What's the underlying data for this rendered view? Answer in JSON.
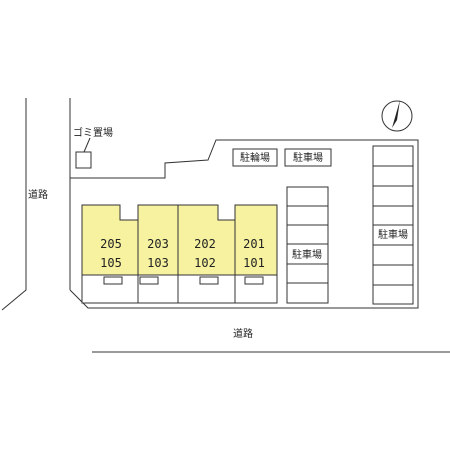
{
  "labels": {
    "garbage": "ゴミ置場",
    "road_west": "道路",
    "road_south": "道路",
    "bicycle_parking": "駐輪場",
    "parking_top": "駐車場",
    "parking_middle": "駐車場",
    "parking_east": "駐車場"
  },
  "compass": {
    "direction": "north",
    "icon": "north-arrow-icon"
  },
  "units": [
    {
      "upper": "205",
      "lower": "105"
    },
    {
      "upper": "203",
      "lower": "103"
    },
    {
      "upper": "202",
      "lower": "102"
    },
    {
      "upper": "201",
      "lower": "101"
    }
  ],
  "colors": {
    "unit_fill": "#f6f2a0",
    "line": "#333333",
    "background": "#ffffff"
  }
}
